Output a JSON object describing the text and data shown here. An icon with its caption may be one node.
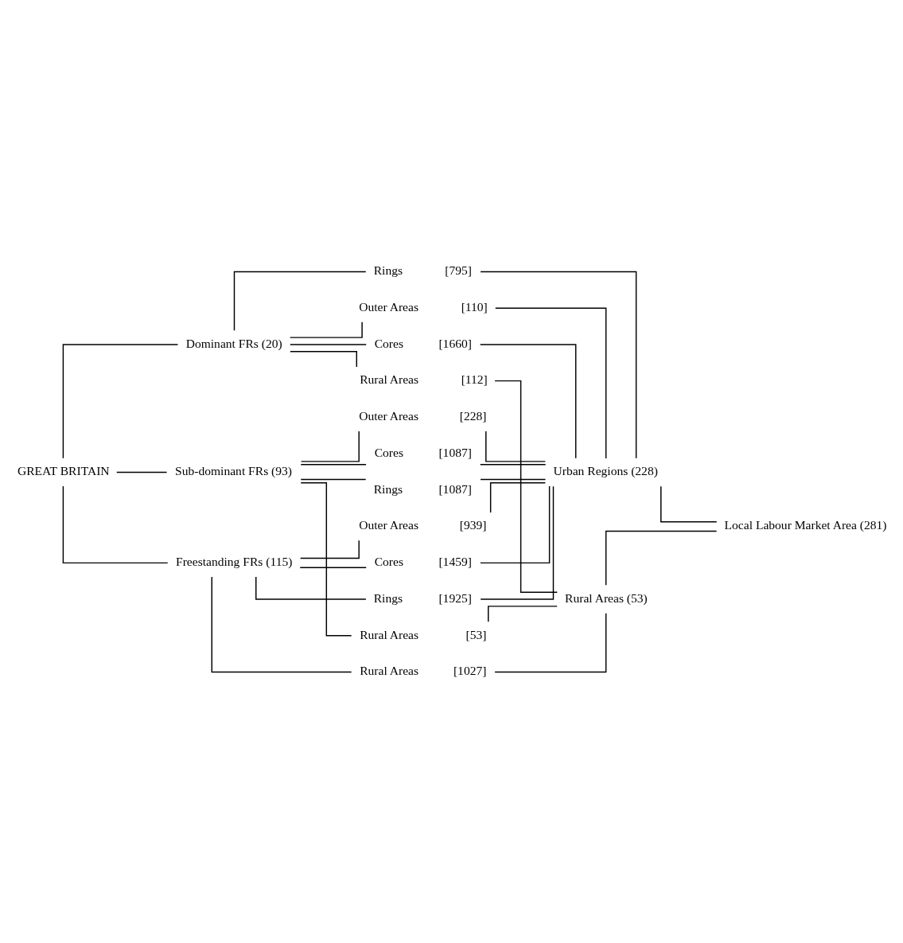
{
  "diagram": {
    "nodes": [
      {
        "text": [
          "GREAT BRITAIN"
        ]
      },
      {
        "text": [
          "Dominant FRs (20)"
        ]
      },
      {
        "text": [
          "Cores"
        ],
        "beside": [
          "[1660]"
        ]
      },
      {
        "text": [
          "Rings"
        ],
        "beside": [
          "[795]"
        ]
      },
      {
        "text": [
          "Outer Areas"
        ],
        "beside": [
          "[110]"
        ]
      },
      {
        "text": [
          "Rural Areas"
        ],
        "beside": [
          "[112]"
        ]
      },
      {
        "text": [
          "Sub-dominant FRs (93)"
        ]
      },
      {
        "text": [
          "Cores"
        ],
        "beside": [
          "[1087]"
        ]
      },
      {
        "text": [
          "Rings"
        ],
        "beside": [
          "[1087]"
        ]
      },
      {
        "text": [
          "Outer Areas"
        ],
        "beside": [
          "[228]"
        ]
      },
      {
        "text": [
          "Rural Areas"
        ],
        "beside": [
          "[53]"
        ]
      },
      {
        "text": [
          "Freestanding FRs (115)"
        ]
      },
      {
        "text": [
          "Cores"
        ],
        "beside": [
          "[1459]"
        ]
      },
      {
        "text": [
          "Rings"
        ],
        "beside": [
          "[1925]"
        ]
      },
      {
        "text": [
          "Outer Areas"
        ],
        "beside": [
          "[939]"
        ]
      },
      {
        "text": [
          "Rural Areas"
        ],
        "beside": [
          "[1027]"
        ]
      },
      {
        "text": [
          "Urban Regions (228)"
        ]
      },
      {
        "text": [
          "Rural Areas (53)"
        ]
      },
      {
        "text": [
          "Local Labour Market Area (281)"
        ]
      }
    ],
    "edges": [
      {
        "from": 0,
        "to": 1,
        "arrow": "none"
      },
      {
        "from": 0,
        "to": 6,
        "arrow": "none"
      },
      {
        "from": 0,
        "to": 11,
        "arrow": "none"
      },
      {
        "from": 1,
        "to": 2,
        "arrow": "none"
      },
      {
        "from": 1,
        "to": 3,
        "arrow": "none"
      },
      {
        "from": 1,
        "to": 4,
        "arrow": "none"
      },
      {
        "from": 1,
        "to": 5,
        "arrow": "none"
      },
      {
        "from": 6,
        "to": 7,
        "arrow": "none"
      },
      {
        "from": 6,
        "to": 8,
        "arrow": "none"
      },
      {
        "from": 6,
        "to": 9,
        "arrow": "none"
      },
      {
        "from": 6,
        "to": 10,
        "arrow": "none"
      },
      {
        "from": 11,
        "to": 12,
        "arrow": "none"
      },
      {
        "from": 11,
        "to": 13,
        "arrow": "none"
      },
      {
        "from": 11,
        "to": 14,
        "arrow": "none"
      },
      {
        "from": 11,
        "to": 15,
        "arrow": "none"
      },
      {
        "from": 2,
        "to": 16,
        "arrow": "none"
      },
      {
        "from": 3,
        "to": 16,
        "arrow": "none"
      },
      {
        "from": 4,
        "to": 16,
        "arrow": "none"
      },
      {
        "from": 7,
        "to": 16,
        "arrow": "none"
      },
      {
        "from": 8,
        "to": 16,
        "arrow": "none"
      },
      {
        "from": 9,
        "to": 16,
        "arrow": "none"
      },
      {
        "from": 12,
        "to": 16,
        "arrow": "none"
      },
      {
        "from": 13,
        "to": 16,
        "arrow": "none"
      },
      {
        "from": 14,
        "to": 16,
        "arrow": "none"
      },
      {
        "from": 5,
        "to": 17,
        "arrow": "none"
      },
      {
        "from": 10,
        "to": 17,
        "arrow": "none"
      },
      {
        "from": 15,
        "to": 17,
        "arrow": "none"
      },
      {
        "from": 16,
        "to": 18,
        "arrow": "none"
      },
      {
        "from": 17,
        "to": 18,
        "arrow": "none"
      }
    ]
  }
}
